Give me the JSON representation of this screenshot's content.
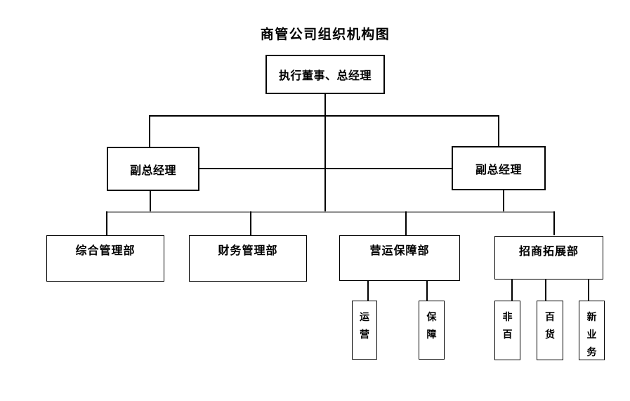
{
  "org_chart": {
    "title": "商管公司组织机构图",
    "nodes": {
      "root": "执行董事、总经理",
      "deputy_left": "副总经理",
      "deputy_right": "副总经理",
      "dept_general_admin": "综合管理部",
      "dept_finance": "财务管理部",
      "dept_operations_support": "营运保障部",
      "dept_merchant_expansion": "招商拓展部",
      "team_operations": "运营",
      "team_support": "保障",
      "team_non_department_store": "非百",
      "team_department_store": "百货",
      "team_new_business": "新业务"
    },
    "hierarchy": [
      {
        "parent": "执行董事、总经理",
        "children": [
          "副总经理",
          "副总经理"
        ]
      },
      {
        "parent": "副总经理",
        "children": [
          "综合管理部",
          "财务管理部",
          "营运保障部",
          "招商拓展部"
        ]
      },
      {
        "parent": "营运保障部",
        "children": [
          "运营",
          "保障"
        ]
      },
      {
        "parent": "招商拓展部",
        "children": [
          "非百",
          "百货",
          "新业务"
        ]
      }
    ],
    "colors": {
      "background": "#ffffff",
      "box_border": "#000000",
      "text": "#000000",
      "connector": "#000000",
      "level3_rail": "#8f8f8f"
    }
  }
}
